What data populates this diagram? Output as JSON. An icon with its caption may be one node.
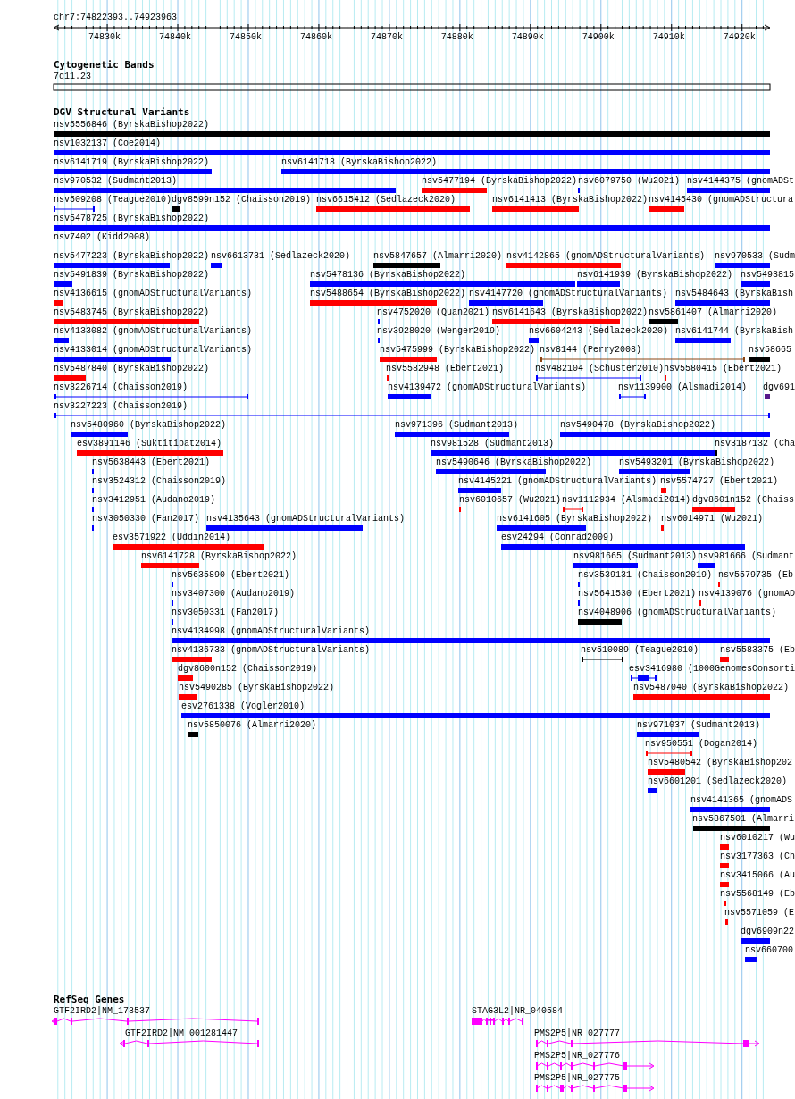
{
  "diagram": {
    "labels": [
      "chr7:74822393..74923963",
      "74830k",
      "74840k",
      "74850k",
      "74860k",
      "74870k",
      "74880k",
      "74890k",
      "74900k",
      "74910k",
      "74920k",
      "Cytogenetic Bands",
      "7q11.23",
      "DGV Structural Variants",
      "nsv5556846 (ByrskaBishop2022)",
      "nsv1032137 (Coe2014)",
      "nsv6141719 (ByrskaBishop2022)",
      "nsv6141718 (ByrskaBishop2022)",
      "nsv970532 (Sudmant2013)",
      "nsv5477194 (ByrskaBishop2022)",
      "nsv6079750 (Wu2021)",
      "nsv4144375 (gnomADSt",
      "nsv509208 (Teague2010)",
      "dgv8599n152 (Chaisson2019)",
      "nsv6615412 (Sedlazeck2020)",
      "nsv6141413 (ByrskaBishop2022)",
      "nsv4145430 (gnomADStructura",
      "nsv5478725 (ByrskaBishop2022)",
      "nsv7402 (Kidd2008)",
      "nsv5477223 (ByrskaBishop2022)",
      "nsv6613731 (Sedlazeck2020)",
      "nsv5847657 (Almarri2020)",
      "nsv4142865 (gnomADStructuralVariants)",
      "nsv970533 (Sudm",
      "nsv5491839 (ByrskaBishop2022)",
      "nsv5478136 (ByrskaBishop2022)",
      "nsv6141939 (ByrskaBishop2022)",
      "nsv5493815",
      "nsv4136615 (gnomADStructuralVariants)",
      "nsv5488654 (ByrskaBishop2022)",
      "nsv4147720 (gnomADStructuralVariants)",
      "nsv5484643 (ByrskaBish",
      "nsv5483745 (ByrskaBishop2022)",
      "nsv4752020 (Quan2021)",
      "nsv6141643 (ByrskaBishop2022)",
      "nsv5861407 (Almarri2020)",
      "nsv4133082 (gnomADStructuralVariants)",
      "nsv3928020 (Wenger2019)",
      "nsv6604243 (Sedlazeck2020)",
      "nsv6141744 (ByrskaBish",
      "nsv4133014 (gnomADStructuralVariants)",
      "nsv5475999 (ByrskaBishop2022)",
      "nsv8144 (Perry2008)",
      "nsv58665",
      "nsv5487840 (ByrskaBishop2022)",
      "nsv5582948 (Ebert2021)",
      "nsv482104 (Schuster2010)",
      "nsv5580415 (Ebert2021)",
      "nsv3226714 (Chaisson2019)",
      "nsv4139472 (gnomADStructuralVariants)",
      "nsv1139900 (Alsmadi2014)",
      "dgv691",
      "nsv3227223 (Chaisson2019)",
      "nsv5480960 (ByrskaBishop2022)",
      "nsv971396 (Sudmant2013)",
      "nsv5490478 (ByrskaBishop2022)",
      "esv3891146 (Suktitipat2014)",
      "nsv981528 (Sudmant2013)",
      "nsv3187132 (Cha",
      "nsv5638443 (Ebert2021)",
      "nsv5490646 (ByrskaBishop2022)",
      "nsv5493201 (ByrskaBishop2022)",
      "nsv3524312 (Chaisson2019)",
      "nsv4145221 (gnomADStructuralVariants)",
      "nsv5574727 (Ebert2021)",
      "nsv3412951 (Audano2019)",
      "nsv6010657 (Wu2021)",
      "nsv1112934 (Alsmadi2014)",
      "dgv8601n152 (Chaiss",
      "nsv3050330 (Fan2017)",
      "nsv4135643 (gnomADStructuralVariants)",
      "nsv6141605 (ByrskaBishop2022)",
      "nsv6014971 (Wu2021)",
      "esv3571922 (Uddin2014)",
      "esv24294 (Conrad2009)",
      "nsv6141728 (ByrskaBishop2022)",
      "nsv981665 (Sudmant2013)",
      "nsv981666 (Sudmant",
      "nsv5635890 (Ebert2021)",
      "nsv3539131 (Chaisson2019)",
      "nsv5579735 (Eb",
      "nsv3407300 (Audano2019)",
      "nsv5641530 (Ebert2021)",
      "nsv4139076 (gnomAD",
      "nsv3050331 (Fan2017)",
      "nsv4048906 (gnomADStructuralVariants)",
      "nsv4134998 (gnomADStructuralVariants)",
      "nsv4136733 (gnomADStructuralVariants)",
      "nsv510089 (Teague2010)",
      "nsv5583375 (Eb",
      "dgv8600n152 (Chaisson2019)",
      "esv3416980 (1000GenomesConsorti",
      "nsv5490285 (ByrskaBishop2022)",
      "nsv5487040 (ByrskaBishop2022)",
      "esv2761338 (Vogler2010)",
      "nsv5850076 (Almarri2020)",
      "nsv971037 (Sudmant2013)",
      "nsv950551 (Dogan2014)",
      "nsv5480542 (ByrskaBishop202",
      "nsv6601201 (Sedlazeck2020)",
      "nsv4141365 (gnomADS",
      "nsv5867501 (Almarri",
      "nsv6010217 (Wu",
      "nsv3177363 (Ch",
      "nsv3415066 (Au",
      "nsv5568149 (Eb",
      "nsv5571059 (E",
      "dgv6909n22",
      "nsv660700",
      "RefSeq Genes",
      "GTF2IRD2|NM_173537",
      "GTF2IRD2|NM_001281447",
      "STAG3L2|NR_040584",
      "PMS2P5|NR_027777",
      "PMS2P5|NR_027776",
      "PMS2P5|NR_027775"
    ]
  }
}
